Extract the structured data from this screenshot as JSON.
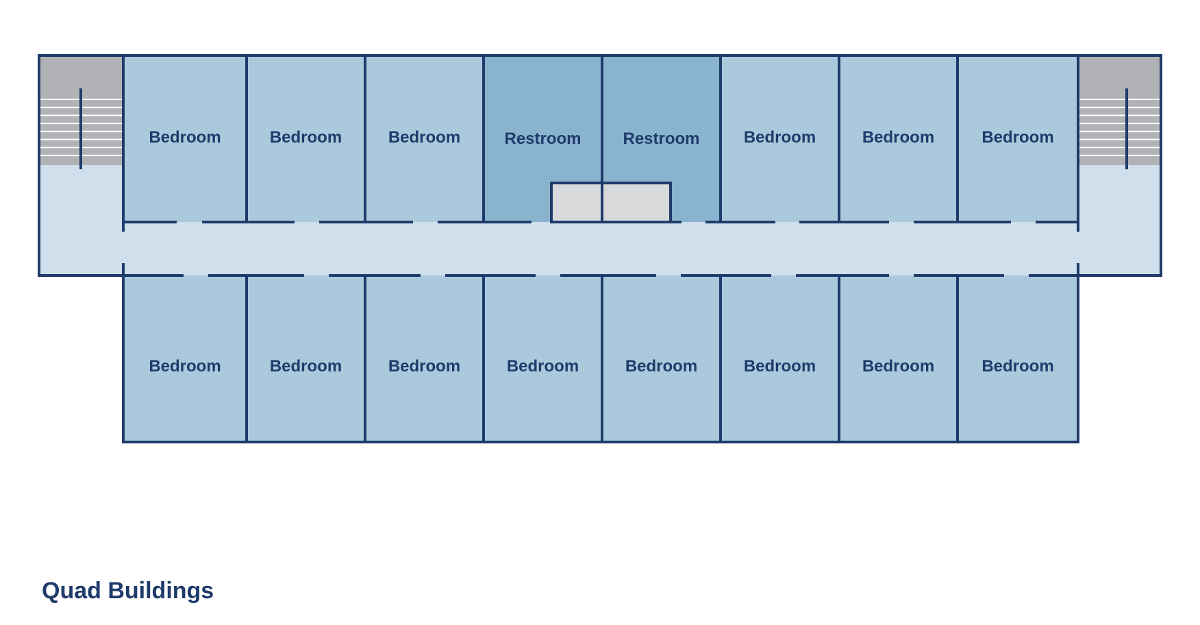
{
  "caption": "Quad Buildings",
  "colors": {
    "wall": "#1f3b6b",
    "bedroom_fill": "#abc9dc",
    "restroom_fill": "#8ab3cd",
    "corridor_fill": "#cfe0ec",
    "stair_fill": "#b1b2b5",
    "stair_lines": "#ffffff",
    "fixture_fill": "#d8d9db",
    "text": "#1f3b6b"
  },
  "rooms_top": [
    {
      "label": "Bedroom",
      "type": "bedroom"
    },
    {
      "label": "Bedroom",
      "type": "bedroom"
    },
    {
      "label": "Bedroom",
      "type": "bedroom"
    },
    {
      "label": "Restroom",
      "type": "restroom"
    },
    {
      "label": "Restroom",
      "type": "restroom"
    },
    {
      "label": "Bedroom",
      "type": "bedroom"
    },
    {
      "label": "Bedroom",
      "type": "bedroom"
    },
    {
      "label": "Bedroom",
      "type": "bedroom"
    }
  ],
  "rooms_bottom": [
    {
      "label": "Bedroom",
      "type": "bedroom"
    },
    {
      "label": "Bedroom",
      "type": "bedroom"
    },
    {
      "label": "Bedroom",
      "type": "bedroom"
    },
    {
      "label": "Bedroom",
      "type": "bedroom"
    },
    {
      "label": "Bedroom",
      "type": "bedroom"
    },
    {
      "label": "Bedroom",
      "type": "bedroom"
    },
    {
      "label": "Bedroom",
      "type": "bedroom"
    },
    {
      "label": "Bedroom",
      "type": "bedroom"
    }
  ],
  "stairwells": [
    "left",
    "right"
  ]
}
